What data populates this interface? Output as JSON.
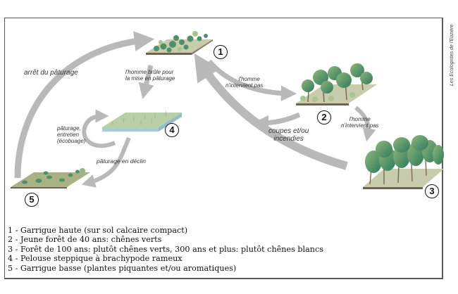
{
  "credit": "Les Ecologistes de l'Euzière",
  "stages": [
    {
      "id": "1",
      "name": "Garrigue haute (sur sol calcaire compact)"
    },
    {
      "id": "2",
      "name": "Jeune forêt de 40 ans: chênes verts"
    },
    {
      "id": "3",
      "name": "Forêt de 100 ans: plutôt chênes verts, 300 ans et plus: plutôt chênes blancs"
    },
    {
      "id": "4",
      "name": "Pelouse steppique à brachypode rameux"
    },
    {
      "id": "5",
      "name": "Garrigue basse (plantes piquantes et/ou aromatiques)"
    }
  ],
  "transitions": {
    "t5_1": "arrêt du pâturage",
    "t1_4_line1": "l'homme brûle pour",
    "t1_4_line2": "la mise en pâturage",
    "t1_2_line1": "l'homme",
    "t1_2_line2": "n'intervient pas",
    "t2_3_line1": "l'homme",
    "t2_3_line2": "n'intervient pas",
    "t2_1_line1": "coupes et/ou",
    "t2_1_line2": "incendies",
    "t4_loop_line1": "pâturage,",
    "t4_loop_line2": "entretien",
    "t4_loop_line3": "(écobuage)",
    "t4_5": "pâturage en déclin"
  },
  "legend": [
    "1 - Garrigue haute (sur sol calcaire compact)",
    "2 - Jeune forêt de 40 ans: chênes verts",
    "3 - Forêt de 100 ans: plutôt chênes verts, 300 ans et plus: plutôt chênes blancs",
    "4 - Pelouse steppique à brachypode rameux",
    "5 - Garrigue basse (plantes piquantes et/ou aromatiques)"
  ],
  "colors": {
    "arrow": "#b9b9b9",
    "soil": "#6f6450",
    "foliage_dark": "#3d7f5e",
    "foliage_light": "#8fb77e",
    "grass_plate": "#a8c3a0",
    "grass_side": "#9fc2cf",
    "ground_5": "#a9b284"
  }
}
